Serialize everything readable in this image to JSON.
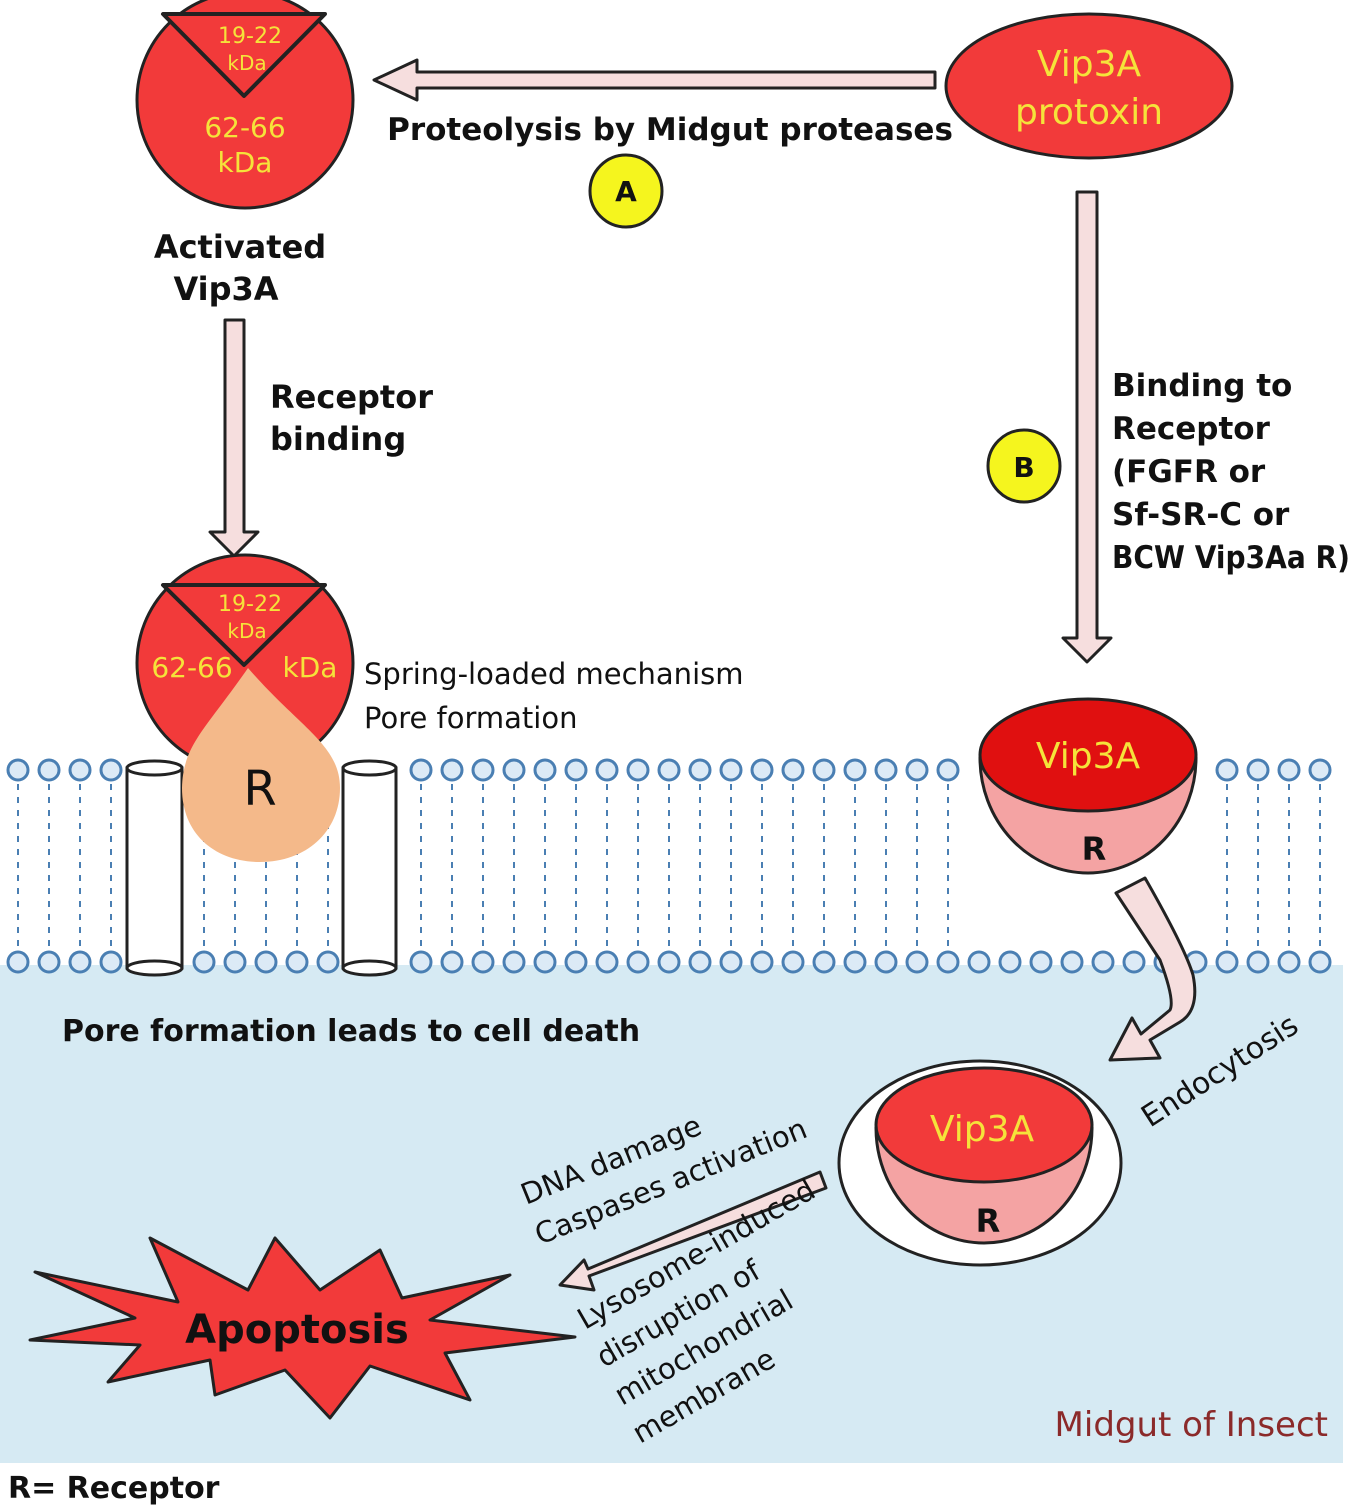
{
  "colors": {
    "toxin_red": "#f23a3a",
    "toxin_bright": "#e01010",
    "receptor_peach": "#f4b98a",
    "receptor_pink": "#f4a3a3",
    "kda_text": "#f5e33a",
    "arrow_fill": "#f6dede",
    "membrane_dot": "#4a7fb3",
    "membrane_dot_fill": "#dceaf6",
    "cytoplasm": "#d6eaf3",
    "label_yellow": "#f5f51e",
    "midgut_label": "#8b2a2a"
  },
  "protoxin": {
    "line1": "Vip3A",
    "line2": "protoxin"
  },
  "activated_toxin": {
    "small_fragment": {
      "line1": "19-22",
      "line2": "kDa"
    },
    "large_fragment": {
      "line1": "62-66",
      "line2": "kDa"
    },
    "caption": {
      "line1": "Activated",
      "line2": "Vip3A"
    }
  },
  "step_a": {
    "marker": "A",
    "label": "Proteolysis by Midgut  proteases"
  },
  "step_b": {
    "marker": "B",
    "lines": [
      "Binding to",
      "Receptor",
      "(FGFR or",
      "Sf-SR-C or",
      "BCW Vip3Aa R)"
    ]
  },
  "receptor_binding": {
    "line1": "Receptor",
    "line2": "binding"
  },
  "pore_complex": {
    "small_fragment": {
      "line1": "19-22",
      "line2": "kDa"
    },
    "large_left": "62-66",
    "large_right": "kDa",
    "receptor": "R",
    "mechanism_line1": "Spring-loaded mechanism",
    "mechanism_line2": "Pore formation"
  },
  "bound_toxin": {
    "name": "Vip3A",
    "receptor": "R"
  },
  "endocytosis": "Endocytosis",
  "vesicle_toxin": {
    "name": "Vip3A",
    "receptor": "R"
  },
  "pore_death": "Pore formation leads to cell death",
  "apoptosis_path": {
    "line1": "DNA damage",
    "line2": "Caspases activation",
    "line3": "Lysosome-induced",
    "line4": "disruption of",
    "line5": "mitochondrial",
    "line6": "membrane"
  },
  "apoptosis": "Apoptosis",
  "midgut": "Midgut of Insect",
  "legend": "R= Receptor"
}
